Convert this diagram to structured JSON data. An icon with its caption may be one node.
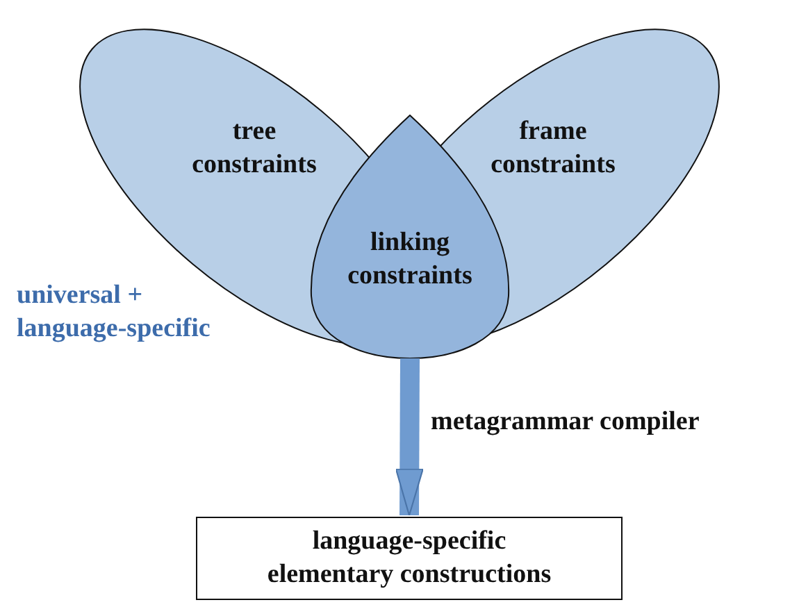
{
  "diagram": {
    "nodes": [
      {
        "text": [
          "tree constraints"
        ]
      },
      {
        "text": [
          "frame constraints"
        ]
      },
      {
        "text": [
          "linking constraints"
        ]
      },
      {
        "text": [
          "language-specific elementary constructions"
        ]
      }
    ],
    "edges": [
      {
        "from": 2,
        "to": 3,
        "arrow": "to",
        "label": "metagrammar compiler"
      }
    ],
    "labels": [
      "universal + language-specific"
    ]
  }
}
